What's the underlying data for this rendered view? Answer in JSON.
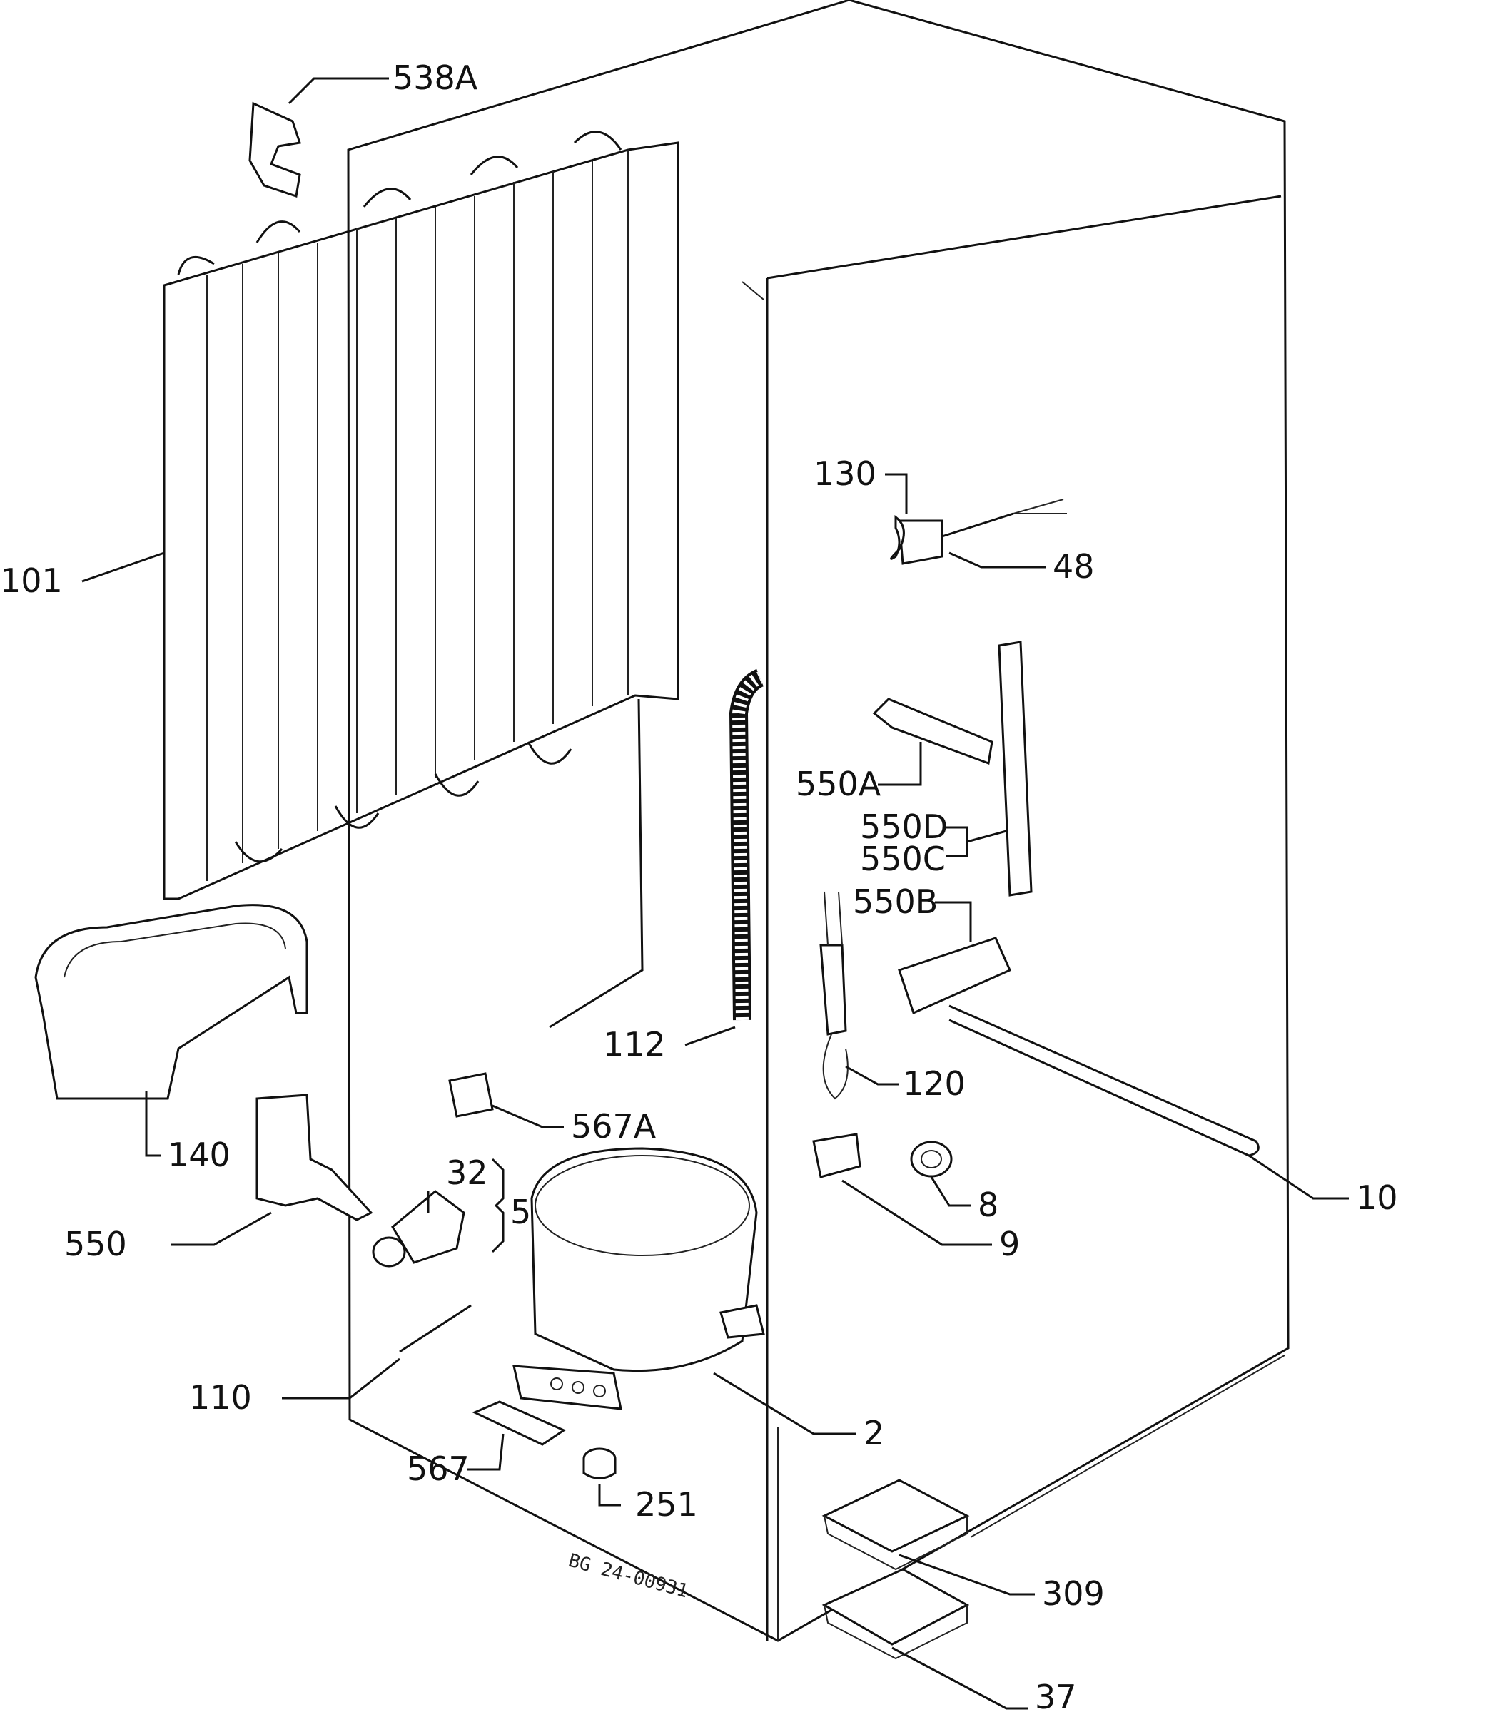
{
  "callouts": {
    "p538a": "538A",
    "p101": "101",
    "p130": "130",
    "p48": "48",
    "p550a": "550A",
    "p550d": "550D",
    "p550c": "550C",
    "p550b": "550B",
    "p112": "112",
    "p120": "120",
    "p140": "140",
    "p567a": "567A",
    "p10": "10",
    "p32": "32",
    "p5": "5",
    "p550": "550",
    "p8": "8",
    "p9": "9",
    "p110": "110",
    "p2": "2",
    "p567": "567",
    "p251": "251",
    "p309": "309",
    "p37": "37"
  },
  "drawing_code": "BG 24-00931"
}
